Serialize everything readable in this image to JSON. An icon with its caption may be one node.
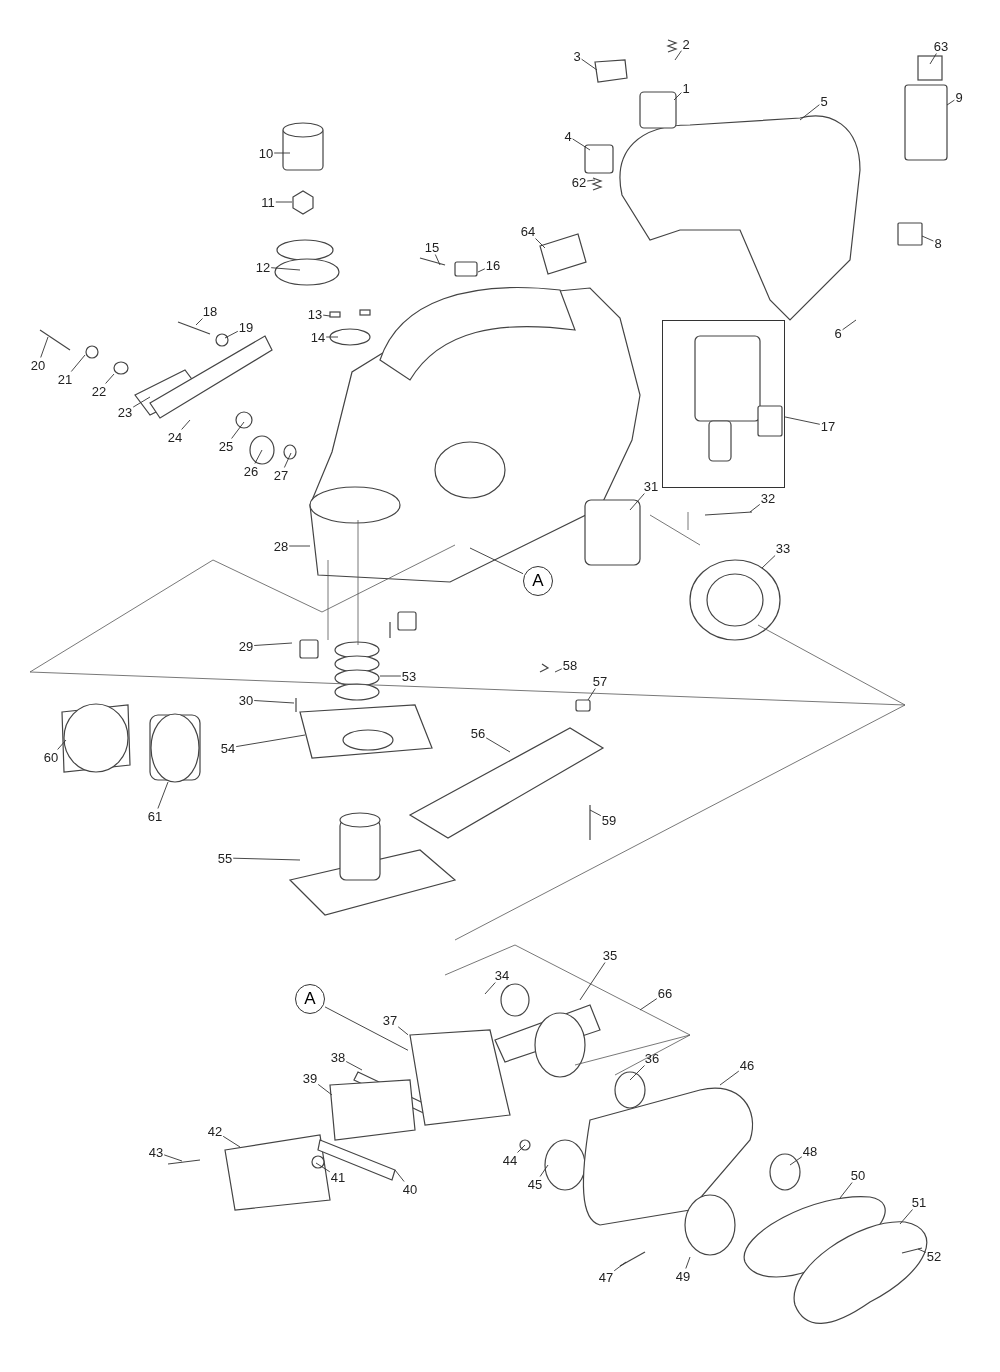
{
  "diagram": {
    "nodes": [
      {
        "text": [
          "63"
        ]
      },
      {
        "text": [
          "2"
        ]
      },
      {
        "text": [
          "3"
        ]
      },
      {
        "text": [
          "1"
        ]
      },
      {
        "text": [
          "9"
        ]
      },
      {
        "text": [
          "5"
        ]
      },
      {
        "text": [
          "4"
        ]
      },
      {
        "text": [
          "10"
        ]
      },
      {
        "text": [
          "62"
        ]
      },
      {
        "text": [
          "11"
        ]
      },
      {
        "text": [
          "64"
        ]
      },
      {
        "text": [
          "8"
        ]
      },
      {
        "text": [
          "15"
        ]
      },
      {
        "text": [
          "16"
        ]
      },
      {
        "text": [
          "12"
        ]
      },
      {
        "text": [
          "18"
        ]
      },
      {
        "text": [
          "13"
        ]
      },
      {
        "text": [],
        "shape": "box"
      },
      {
        "text": [
          "19"
        ]
      },
      {
        "text": [
          "6"
        ]
      },
      {
        "text": [
          "14"
        ]
      },
      {
        "text": [
          "20"
        ]
      },
      {
        "text": [
          "21"
        ]
      },
      {
        "text": [
          "22"
        ]
      },
      {
        "text": [
          "23"
        ]
      },
      {
        "text": [
          "17"
        ]
      },
      {
        "text": [
          "24"
        ]
      },
      {
        "text": [
          "25"
        ]
      },
      {
        "text": [
          "26"
        ]
      },
      {
        "text": [
          "27"
        ]
      },
      {
        "text": [
          "31"
        ]
      },
      {
        "text": [
          "32"
        ]
      },
      {
        "text": [
          "28"
        ]
      },
      {
        "text": [
          "33"
        ]
      },
      {
        "text": [
          "A"
        ]
      },
      {
        "text": [
          "29"
        ]
      },
      {
        "text": [
          "58"
        ]
      },
      {
        "text": [
          "53"
        ]
      },
      {
        "text": [
          "57"
        ]
      },
      {
        "text": [
          "30"
        ]
      },
      {
        "text": [
          "56"
        ]
      },
      {
        "text": [
          "54"
        ]
      },
      {
        "text": [
          "60"
        ]
      },
      {
        "text": [
          "61"
        ]
      },
      {
        "text": [
          "59"
        ]
      },
      {
        "text": [
          "55"
        ]
      },
      {
        "text": [
          "35"
        ]
      },
      {
        "text": [
          "34"
        ]
      },
      {
        "text": [
          "66"
        ]
      },
      {
        "text": [
          "A"
        ]
      },
      {
        "text": [
          "37"
        ]
      },
      {
        "text": [
          "38"
        ]
      },
      {
        "text": [
          "36"
        ]
      },
      {
        "text": [
          "46"
        ]
      },
      {
        "text": [
          "39"
        ]
      },
      {
        "text": [
          "42"
        ]
      },
      {
        "text": [
          "48"
        ]
      },
      {
        "text": [
          "43"
        ]
      },
      {
        "text": [
          "44"
        ]
      },
      {
        "text": [
          "50"
        ]
      },
      {
        "text": [
          "41"
        ]
      },
      {
        "text": [
          "45"
        ]
      },
      {
        "text": [
          "40"
        ]
      },
      {
        "text": [
          "51"
        ]
      },
      {
        "text": [
          "52"
        ]
      },
      {
        "text": [
          "47"
        ]
      },
      {
        "text": [
          "49"
        ]
      },
      {
        "text": [],
        "shape": "picture"
      }
    ],
    "edges": [
      {
        "from": 0,
        "to": null,
        "arrow": "none"
      },
      {
        "from": 1,
        "to": null,
        "arrow": "none"
      },
      {
        "from": 2,
        "to": null,
        "arrow": "none"
      },
      {
        "from": 3,
        "to": null,
        "arrow": "none"
      },
      {
        "from": 4,
        "to": null,
        "arrow": "none"
      },
      {
        "from": 5,
        "to": null,
        "arrow": "none"
      },
      {
        "from": 6,
        "to": null,
        "arrow": "none"
      },
      {
        "from": 7,
        "to": null,
        "arrow": "none"
      },
      {
        "from": 8,
        "to": null,
        "arrow": "none"
      },
      {
        "from": 9,
        "to": null,
        "arrow": "none"
      },
      {
        "from": 10,
        "to": null,
        "arrow": "none"
      },
      {
        "from": 11,
        "to": null,
        "arrow": "none"
      },
      {
        "from": 12,
        "to": null,
        "arrow": "none"
      },
      {
        "from": 13,
        "to": null,
        "arrow": "none"
      },
      {
        "from": 14,
        "to": null,
        "arrow": "none"
      },
      {
        "from": 15,
        "to": null,
        "arrow": "none"
      },
      {
        "from": 16,
        "to": null,
        "arrow": "none"
      },
      {
        "from": 18,
        "to": null,
        "arrow": "none"
      },
      {
        "from": 19,
        "to": null,
        "arrow": "none"
      },
      {
        "from": 20,
        "to": null,
        "arrow": "none"
      },
      {
        "from": 21,
        "to": null,
        "arrow": "none"
      },
      {
        "from": 22,
        "to": null,
        "arrow": "none"
      },
      {
        "from": 23,
        "to": null,
        "arrow": "none"
      },
      {
        "from": 24,
        "to": null,
        "arrow": "none"
      },
      {
        "from": 25,
        "to": 17,
        "arrow": "none"
      },
      {
        "from": 26,
        "to": null,
        "arrow": "none"
      },
      {
        "from": 27,
        "to": null,
        "arrow": "none"
      },
      {
        "from": 28,
        "to": null,
        "arrow": "none"
      },
      {
        "from": 29,
        "to": null,
        "arrow": "none"
      },
      {
        "from": 30,
        "to": null,
        "arrow": "none"
      },
      {
        "from": 31,
        "to": null,
        "arrow": "none"
      },
      {
        "from": 32,
        "to": null,
        "arrow": "none"
      },
      {
        "from": 33,
        "to": null,
        "arrow": "none"
      },
      {
        "from": 34,
        "to": null,
        "arrow": "none"
      },
      {
        "from": 35,
        "to": null,
        "arrow": "none"
      },
      {
        "from": 36,
        "to": null,
        "arrow": "none"
      },
      {
        "from": 37,
        "to": null,
        "arrow": "none"
      },
      {
        "from": 38,
        "to": null,
        "arrow": "none"
      },
      {
        "from": 39,
        "to": null,
        "arrow": "none"
      },
      {
        "from": 40,
        "to": null,
        "arrow": "none"
      },
      {
        "from": 41,
        "to": null,
        "arrow": "none"
      },
      {
        "from": 42,
        "to": null,
        "arrow": "none"
      },
      {
        "from": 43,
        "to": null,
        "arrow": "none"
      },
      {
        "from": 44,
        "to": null,
        "arrow": "none"
      },
      {
        "from": 45,
        "to": null,
        "arrow": "none"
      },
      {
        "from": 46,
        "to": null,
        "arrow": "none"
      },
      {
        "from": 47,
        "to": null,
        "arrow": "none"
      },
      {
        "from": 48,
        "to": null,
        "arrow": "none"
      },
      {
        "from": 49,
        "to": 67,
        "arrow": "none"
      },
      {
        "from": 50,
        "to": 67,
        "arrow": "none"
      },
      {
        "from": 51,
        "to": null,
        "arrow": "none"
      },
      {
        "from": 52,
        "to": null,
        "arrow": "none"
      },
      {
        "from": 53,
        "to": null,
        "arrow": "none"
      },
      {
        "from": 54,
        "to": null,
        "arrow": "none"
      },
      {
        "from": 55,
        "to": null,
        "arrow": "none"
      },
      {
        "from": 56,
        "to": null,
        "arrow": "none"
      },
      {
        "from": 57,
        "to": null,
        "arrow": "none"
      },
      {
        "from": 58,
        "to": null,
        "arrow": "none"
      },
      {
        "from": 59,
        "to": null,
        "arrow": "none"
      },
      {
        "from": 60,
        "to": null,
        "arrow": "none"
      },
      {
        "from": 61,
        "to": null,
        "arrow": "none"
      },
      {
        "from": 62,
        "to": null,
        "arrow": "none"
      },
      {
        "from": 63,
        "to": null,
        "arrow": "none"
      },
      {
        "from": 64,
        "to": null,
        "arrow": "none"
      },
      {
        "from": 65,
        "to": null,
        "arrow": "none"
      },
      {
        "from": 66,
        "to": null,
        "arrow": "none"
      }
    ]
  }
}
